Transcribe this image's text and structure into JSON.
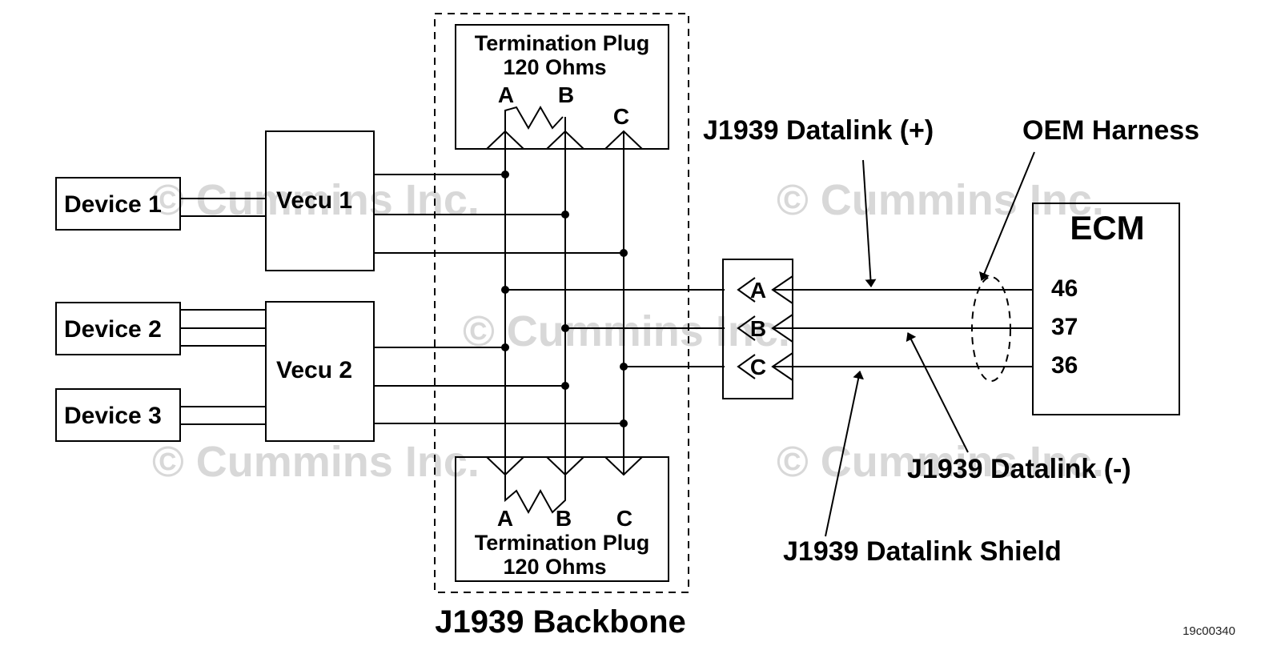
{
  "watermark": "© Cummins Inc.",
  "devices": [
    {
      "label": "Device 1"
    },
    {
      "label": "Device 2"
    },
    {
      "label": "Device 3"
    }
  ],
  "vecus": [
    {
      "label": "Vecu 1"
    },
    {
      "label": "Vecu 2"
    }
  ],
  "termination_top": {
    "title": "Termination Plug",
    "value": "120 Ohms",
    "pins": [
      "A",
      "B",
      "C"
    ]
  },
  "termination_bottom": {
    "title": "Termination Plug",
    "value": "120 Ohms",
    "pins": [
      "A",
      "B",
      "C"
    ]
  },
  "connector": {
    "pins": [
      "A",
      "B",
      "C"
    ]
  },
  "ecm": {
    "label": "ECM",
    "pins": [
      "46",
      "37",
      "36"
    ]
  },
  "annotations": {
    "datalink_plus": "J1939 Datalink (+)",
    "oem_harness": "OEM Harness",
    "datalink_minus": "J1939 Datalink (-)",
    "datalink_shield": "J1939 Datalink Shield",
    "backbone": "J1939 Backbone"
  },
  "figure_id": "19c00340"
}
